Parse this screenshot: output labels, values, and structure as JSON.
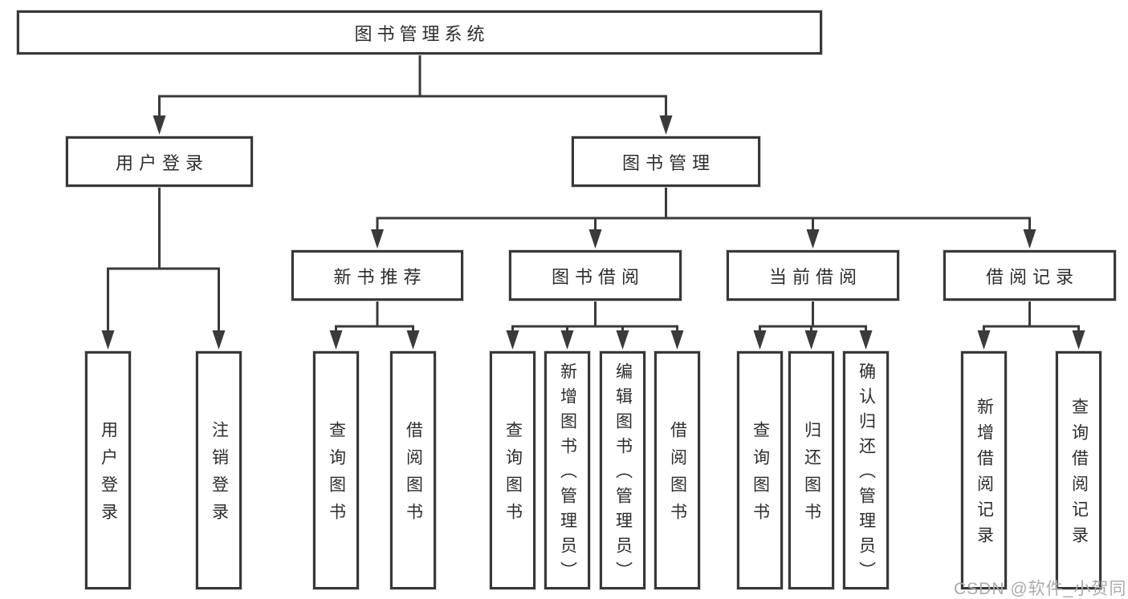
{
  "tree": {
    "label": "图书管理系统",
    "children": [
      {
        "label": "用户登录",
        "children": [
          {
            "label": "用户登录"
          },
          {
            "label": "注销登录"
          }
        ]
      },
      {
        "label": "图书管理",
        "children": [
          {
            "label": "新书推荐",
            "children": [
              {
                "label": "查询图书"
              },
              {
                "label": "借阅图书"
              }
            ]
          },
          {
            "label": "图书借阅",
            "children": [
              {
                "label": "查询图书"
              },
              {
                "label": "新增图书（管理员）"
              },
              {
                "label": "编辑图书（管理员）"
              },
              {
                "label": "借阅图书"
              }
            ]
          },
          {
            "label": "当前借阅",
            "children": [
              {
                "label": "查询图书"
              },
              {
                "label": "归还图书"
              },
              {
                "label": "确认归还（管理员）"
              }
            ]
          },
          {
            "label": "借阅记录",
            "children": [
              {
                "label": "新增借阅记录"
              },
              {
                "label": "查询借阅记录"
              }
            ]
          }
        ]
      }
    ]
  },
  "watermark": {
    "text": "CSDN @软件_小贺同学"
  },
  "colors": {
    "line": "#3a3a3a",
    "border": "#383838",
    "text": "#2d2d2d",
    "watermark": "#ababab"
  }
}
